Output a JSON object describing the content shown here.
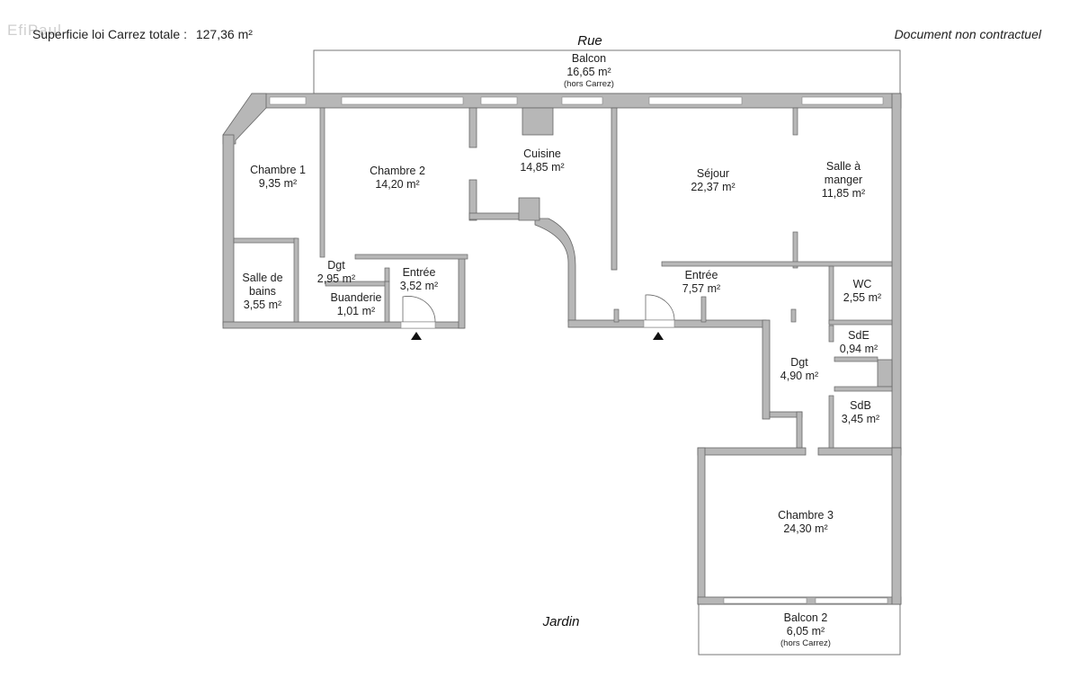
{
  "header": {
    "total_label": "Superficie loi Carrez totale :",
    "total_value": "127,36 m²",
    "disclaimer": "Document non contractuel",
    "watermark": "EfiPaul"
  },
  "streets": {
    "top": "Rue",
    "bottom": "Jardin"
  },
  "rooms": {
    "balcon": {
      "name": "Balcon",
      "area": "16,65 m²",
      "note": "(hors Carrez)"
    },
    "chambre1": {
      "name": "Chambre 1",
      "area": "9,35 m²"
    },
    "chambre2": {
      "name": "Chambre 2",
      "area": "14,20 m²"
    },
    "cuisine": {
      "name": "Cuisine",
      "area": "14,85 m²"
    },
    "sejour": {
      "name": "Séjour",
      "area": "22,37 m²"
    },
    "salle_manger": {
      "name_line1": "Salle à",
      "name_line2": "manger",
      "area": "11,85 m²"
    },
    "salle_bains": {
      "name_line1": "Salle de",
      "name_line2": "bains",
      "area": "3,55 m²"
    },
    "dgt1": {
      "name": "Dgt",
      "area": "2,95 m²"
    },
    "buanderie": {
      "name": "Buanderie",
      "area": "1,01 m²"
    },
    "entree1": {
      "name": "Entrée",
      "area": "3,52 m²"
    },
    "entree2": {
      "name": "Entrée",
      "area": "7,57 m²"
    },
    "wc": {
      "name": "WC",
      "area": "2,55 m²"
    },
    "sde": {
      "name": "SdE",
      "area": "0,94 m²"
    },
    "dgt2": {
      "name": "Dgt",
      "area": "4,90 m²"
    },
    "sdb": {
      "name": "SdB",
      "area": "3,45 m²"
    },
    "chambre3": {
      "name": "Chambre 3",
      "area": "24,30 m²"
    },
    "balcon2": {
      "name": "Balcon 2",
      "area": "6,05 m²",
      "note": "(hors Carrez)"
    }
  },
  "colors": {
    "wall": "#b7b7b7",
    "wall_outline": "#555555",
    "window": "#ffffff",
    "text": "#1a1a1a"
  }
}
